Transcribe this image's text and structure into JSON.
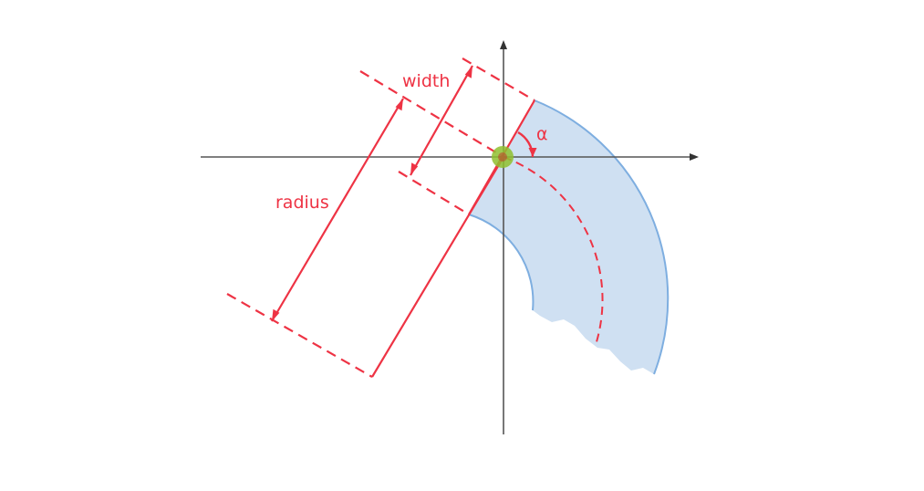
{
  "labels": {
    "width": "width",
    "radius": "radius",
    "angle": "α"
  },
  "colors": {
    "axis": "#555555",
    "dimension": "#ee3344",
    "band_fill": "#cfe0f2",
    "band_edge": "#7eaee0",
    "origin_dot": "#8fbf2f"
  }
}
